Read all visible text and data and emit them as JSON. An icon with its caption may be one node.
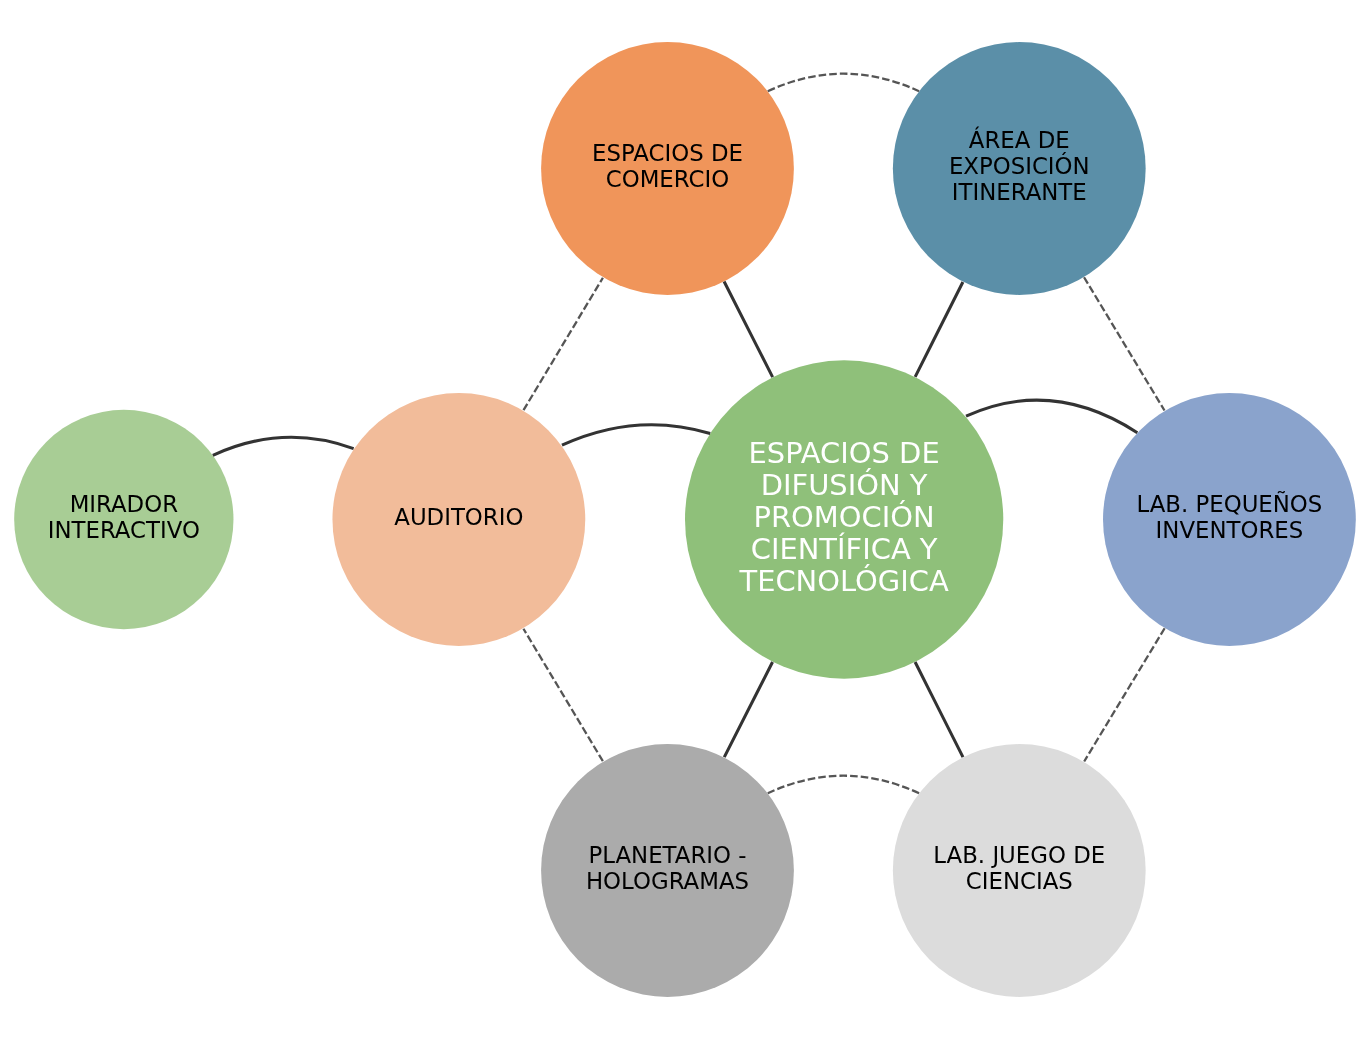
{
  "diagram": {
    "nodes": [
      {
        "text": [
          "ÁREA DE EXPOSICIÓN ITINERANTE"
        ]
      },
      {
        "text": [
          "ESPACIOS DE COMERCIO"
        ]
      },
      {
        "text": [
          "ESPACIOS DE DIFUSIÓN Y PROMOCIÓN CIENTÍFICA Y TECNOLÓGICA"
        ]
      },
      {
        "text": [
          "MIRADOR INTERACTIVO"
        ]
      },
      {
        "text": [
          "AUDITORIO"
        ]
      },
      {
        "text": [
          "LAB. PEQUEÑOS INVENTORES"
        ]
      },
      {
        "text": [
          "LAB. JUEGO DE CIENCIAS"
        ]
      },
      {
        "text": [
          "PLANETARIO - HOLOGRAMAS"
        ]
      }
    ],
    "edges": [
      {
        "from": 2,
        "to": 0,
        "arrow": "none"
      },
      {
        "from": 1,
        "to": 2,
        "arrow": "none"
      },
      {
        "from": 3,
        "to": 4,
        "arrow": "none"
      },
      {
        "from": 4,
        "to": 2,
        "arrow": "none"
      },
      {
        "from": 2,
        "to": 5,
        "arrow": "none"
      },
      {
        "from": 2,
        "to": 6,
        "arrow": "none"
      },
      {
        "from": 2,
        "to": 7,
        "arrow": "none"
      },
      {
        "from": 1,
        "to": 0,
        "arrow": "none",
        "style": "dashed"
      },
      {
        "from": 0,
        "to": 5,
        "arrow": "none",
        "style": "dashed"
      },
      {
        "from": 5,
        "to": 6,
        "arrow": "none",
        "style": "dashed"
      },
      {
        "from": 6,
        "to": 7,
        "arrow": "none",
        "style": "dashed"
      },
      {
        "from": 7,
        "to": 4,
        "arrow": "none",
        "style": "dashed"
      },
      {
        "from": 4,
        "to": 1,
        "arrow": "none",
        "style": "dashed"
      }
    ]
  }
}
